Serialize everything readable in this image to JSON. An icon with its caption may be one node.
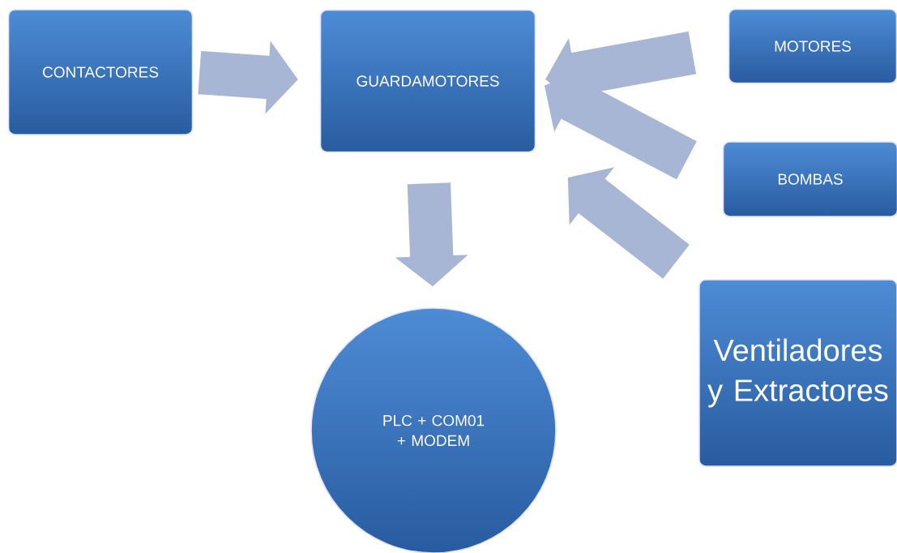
{
  "diagram": {
    "nodes": [
      {
        "text": [
          "CONTACTORES"
        ]
      },
      {
        "text": [
          "GUARDAMOTORES"
        ]
      },
      {
        "text": [
          "MOTORES"
        ]
      },
      {
        "text": [
          "BOMBAS"
        ]
      },
      {
        "text": [
          "Ventiladores y Extractores"
        ]
      },
      {
        "text": [
          "PLC + COM01 + MODEM"
        ]
      }
    ],
    "edges": [
      {
        "from": 0,
        "to": 1,
        "arrow": "to"
      },
      {
        "from": 2,
        "to": 1,
        "arrow": "to"
      },
      {
        "from": 3,
        "to": 1,
        "arrow": "to"
      },
      {
        "from": 4,
        "to": 1,
        "arrow": "to"
      },
      {
        "from": 1,
        "to": 5,
        "arrow": "to"
      }
    ]
  }
}
